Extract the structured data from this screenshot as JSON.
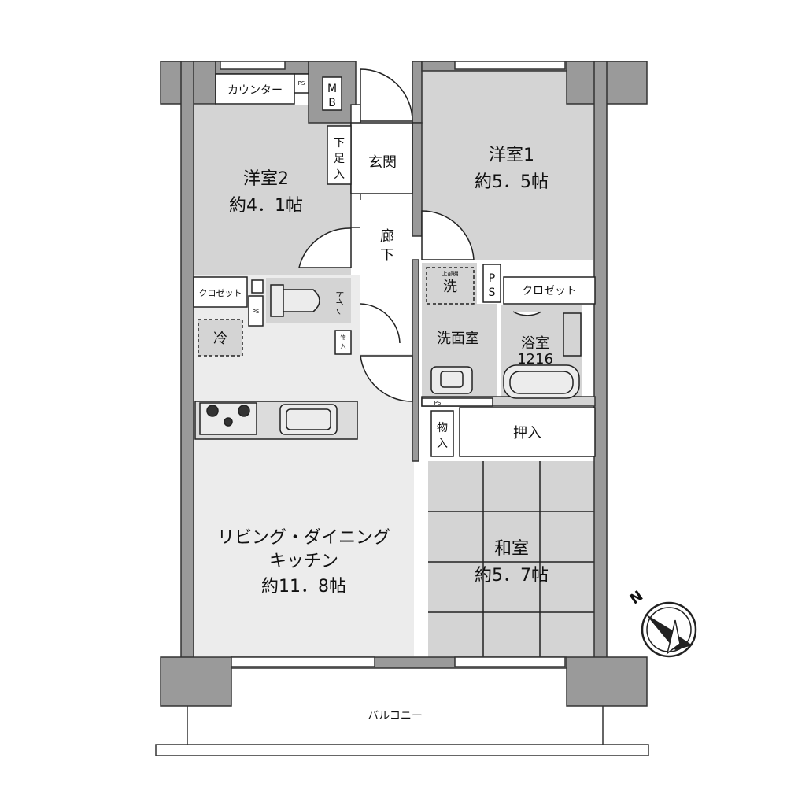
{
  "rooms": {
    "western2": {
      "name": "洋室2",
      "size": "約4．1帖"
    },
    "western1": {
      "name": "洋室1",
      "size": "約5．5帖"
    },
    "ldk": {
      "name": "リビング・ダイニング",
      "name2": "キッチン",
      "size": "約11．8帖"
    },
    "japanese": {
      "name": "和室",
      "size": "約5．7帖"
    },
    "bath": {
      "name": "浴室",
      "size": "1216"
    },
    "washroom": "洗面室",
    "entrance": "玄関",
    "corridor_1": "廊",
    "corridor_2": "下",
    "toilet": "トイレ",
    "balcony": "バルコニー"
  },
  "storage": {
    "counter": "カウンター",
    "closet_left": "クロゼット",
    "closet_right": "クロゼット",
    "oshiire": "押入",
    "shoe_1": "下",
    "shoe_2": "足",
    "shoe_3": "入",
    "mono_1": "物",
    "mono_2": "入",
    "mono_small_1": "物",
    "mono_small_2": "入",
    "mb_1": "M",
    "mb_2": "B",
    "fridge": "冷",
    "washer": "洗",
    "washer_shelf": "上部棚",
    "ps_large_1": "P",
    "ps_large_2": "S",
    "ps_small": "PS"
  },
  "compass": {
    "north": "N"
  }
}
